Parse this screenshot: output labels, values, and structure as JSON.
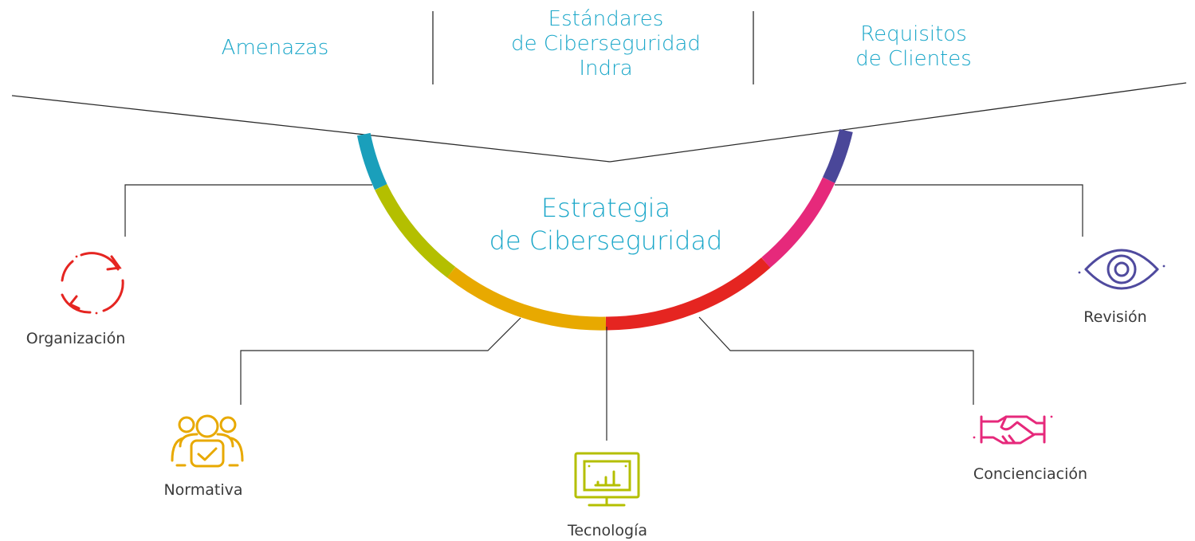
{
  "inputs": {
    "amenazas": "Amenazas",
    "estandares": "Estándares\nde Ciberseguridad\nIndra",
    "requisitos": "Requisitos\nde Clientes"
  },
  "center": {
    "title": "Estrategia\nde Ciberseguridad"
  },
  "pillars": {
    "organizacion": {
      "label": "Organización",
      "color": "#e52521",
      "icon": "cycle-arrows-icon"
    },
    "normativa": {
      "label": "Normativa",
      "color": "#e8a900",
      "icon": "people-check-icon"
    },
    "tecnologia": {
      "label": "Tecnología",
      "color": "#b4bf00",
      "icon": "monitor-chart-icon"
    },
    "concienciacion": {
      "label": "Concienciación",
      "color": "#e6297b",
      "icon": "handshake-icon"
    },
    "revision": {
      "label": "Revisión",
      "color": "#4f4a9e",
      "icon": "eye-icon"
    }
  },
  "arc_colors": [
    "#1a9fbb",
    "#b4bf00",
    "#e8a900",
    "#e52521",
    "#e6297b",
    "#4a4799"
  ],
  "text_color": "#1ba7c9"
}
